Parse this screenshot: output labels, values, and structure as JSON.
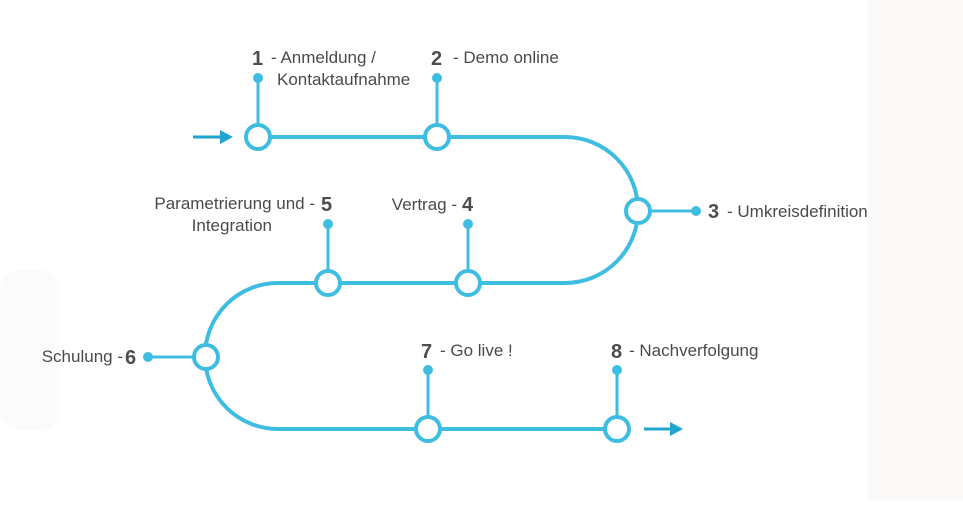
{
  "diagram": {
    "colors": {
      "path": "#3fbde0",
      "arrow": "#1ea6cf",
      "text": "#4a4a4a",
      "background": "#ffffff"
    },
    "steps": [
      {
        "number": "1",
        "label_line1": "- Anmeldung /",
        "label_line2": "Kontaktaufnahme"
      },
      {
        "number": "2",
        "label_line1": "- Demo online"
      },
      {
        "number": "3",
        "label_line1": "- Umkreisdefinition"
      },
      {
        "number": "4",
        "label_line1": "Vertrag -"
      },
      {
        "number": "5",
        "label_line1": "Parametrierung und -",
        "label_line2": "Integration"
      },
      {
        "number": "6",
        "label_line1": "Schulung -"
      },
      {
        "number": "7",
        "label_line1": "- Go live !"
      },
      {
        "number": "8",
        "label_line1": "- Nachverfolgung"
      }
    ],
    "start_arrow": "arrow-right-icon",
    "end_arrow": "arrow-right-icon"
  }
}
